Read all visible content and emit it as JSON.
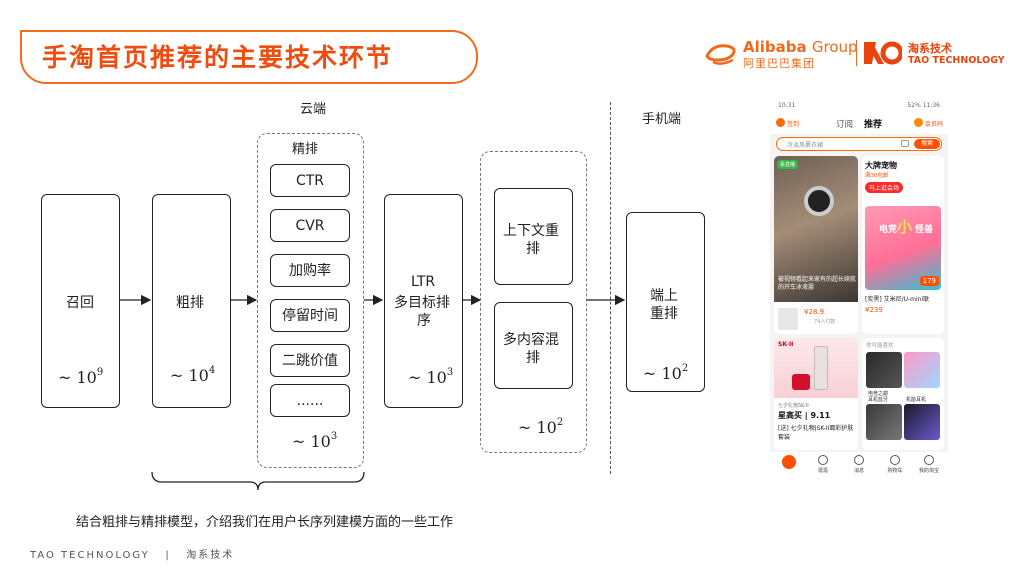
{
  "header": {
    "title": "手淘首页推荐的主要技术环节",
    "alibaba_en": "Alibaba",
    "alibaba_group": "Group",
    "alibaba_cn": "阿里巴巴集团",
    "tao_cn": "淘系技术",
    "tao_en": "TAO TECHNOLOGY"
  },
  "diagram": {
    "cloud_label": "云端",
    "mobile_label": "手机端",
    "recall": {
      "label": "召回",
      "scale_base": "~ 10",
      "scale_exp": "9"
    },
    "coarse": {
      "label": "粗排",
      "scale_base": "~ 10",
      "scale_exp": "4"
    },
    "fine": {
      "label": "精排",
      "items": [
        "CTR",
        "CVR",
        "加购率",
        "停留时间",
        "二跳价值",
        "......"
      ],
      "scale_base": "~ 10",
      "scale_exp": "3"
    },
    "ltr": {
      "line1": "LTR",
      "line2": "多目标排",
      "line3": "序",
      "scale_base": "~ 10",
      "scale_exp": "3"
    },
    "rerank": {
      "context": {
        "line1": "上下文重",
        "line2": "排"
      },
      "mixed": {
        "line1": "多内容混",
        "line2": "排"
      },
      "scale_base": "~ 10",
      "scale_exp": "2"
    },
    "device": {
      "line1": "端上",
      "line2": "重排",
      "scale_base": "~ 10",
      "scale_exp": "2"
    },
    "caption": "结合粗排与精排模型，介绍我们在用户长序列建模方面的一些工作"
  },
  "phone": {
    "status_left": "10:31",
    "status_right": "52% 11:36",
    "left_label": "签到",
    "tab_subscribe": "订阅",
    "tab_recommend": "推荐",
    "right_label": "会员码",
    "search_placeholder": "冷淡风裹衣裙",
    "search_button": "搜索",
    "card1": {
      "badge": "看直播",
      "caption": "被视频看起来家有的超长续航的开车冰液震",
      "price": "¥28.9",
      "sold": "74人付款"
    },
    "card2": {
      "headline": "大牌宠物",
      "sub": "满30包邮",
      "button": "马上逛会场",
      "brand1": "电竞",
      "brand2": "小",
      "brand3": "怪兽",
      "tag": "179",
      "title": "[炭黑] 艾米尼/U-mini联",
      "price": "¥239"
    },
    "card3": {
      "logo": "SK-II",
      "banner": "七夕礼物SK-II",
      "big": "星高买 | 9.11",
      "title": "[送] 七夕礼物|SK-II面彩护肤套装"
    },
    "card4": {
      "header": "你可能喜欢",
      "g1": "电竞之巅",
      "g3": "耳机蓝牙",
      "g4": "机能耳机"
    },
    "nav": [
      "首页",
      "逛逛",
      "消息",
      "购物车",
      "我的淘宝"
    ]
  },
  "footer": {
    "left": "TAO TECHNOLOGY",
    "sep": "|",
    "right": "淘系技术"
  },
  "colors": {
    "accent": "#f26b1d",
    "title": "#ee4d0f",
    "phone_orange": "#ff5000"
  }
}
